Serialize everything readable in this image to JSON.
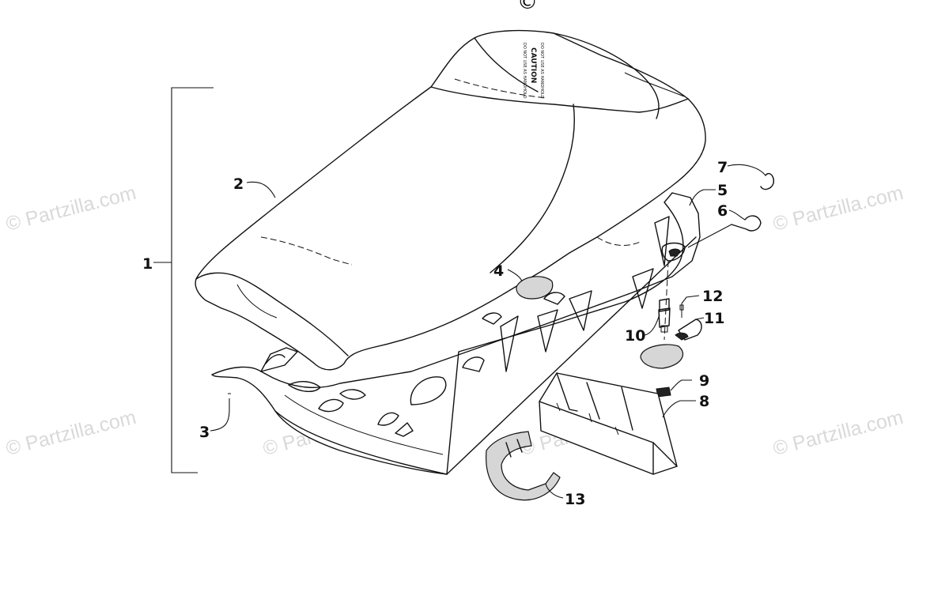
{
  "watermark": {
    "text": "© Partzilla.com",
    "top_fragment": "©"
  },
  "seat_stamp": {
    "heading": "CAUTION",
    "fine_print": "DO NOT USE AS HANDHOLD"
  },
  "callouts": [
    {
      "id": "1",
      "label": "1"
    },
    {
      "id": "2",
      "label": "2"
    },
    {
      "id": "3",
      "label": "3"
    },
    {
      "id": "4",
      "label": "4"
    },
    {
      "id": "5",
      "label": "5"
    },
    {
      "id": "6",
      "label": "6"
    },
    {
      "id": "7",
      "label": "7"
    },
    {
      "id": "8",
      "label": "8"
    },
    {
      "id": "9",
      "label": "9"
    },
    {
      "id": "10",
      "label": "10"
    },
    {
      "id": "11",
      "label": "11"
    },
    {
      "id": "12",
      "label": "12"
    },
    {
      "id": "13",
      "label": "13"
    }
  ],
  "colors": {
    "line": "#111111",
    "watermark": "#d9d9d9",
    "fill_light": "#d6d6d6"
  }
}
